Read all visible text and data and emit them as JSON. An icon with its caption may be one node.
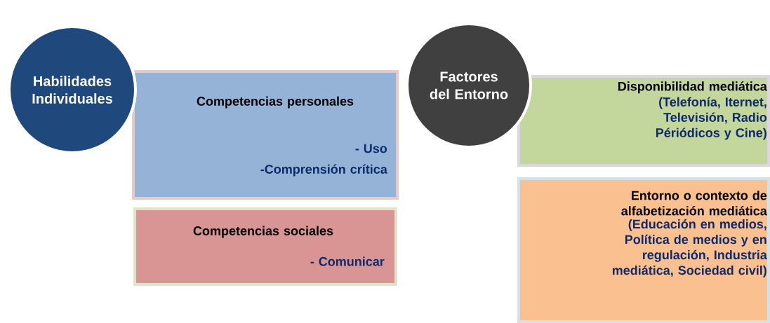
{
  "diagram": {
    "nodes": [
      {
        "text": [
          "Habilidades Individuales"
        ]
      },
      {
        "text": [
          "Competencias personales",
          "- Uso",
          "-Comprensión crítica"
        ]
      },
      {
        "text": [
          "Competencias sociales",
          "- Comunicar"
        ]
      },
      {
        "text": [
          "Factores del Entorno"
        ]
      },
      {
        "text": [
          "Disponibilidad mediática",
          "(Telefonía, Iternet, Televisión, Radio Périódicos y Cine)"
        ]
      },
      {
        "text": [
          "Entorno o contexto de alfabetización mediática",
          "(Educación en medios, Política de medios y en regulación, Industria mediática, Sociedad civil)"
        ]
      }
    ]
  }
}
